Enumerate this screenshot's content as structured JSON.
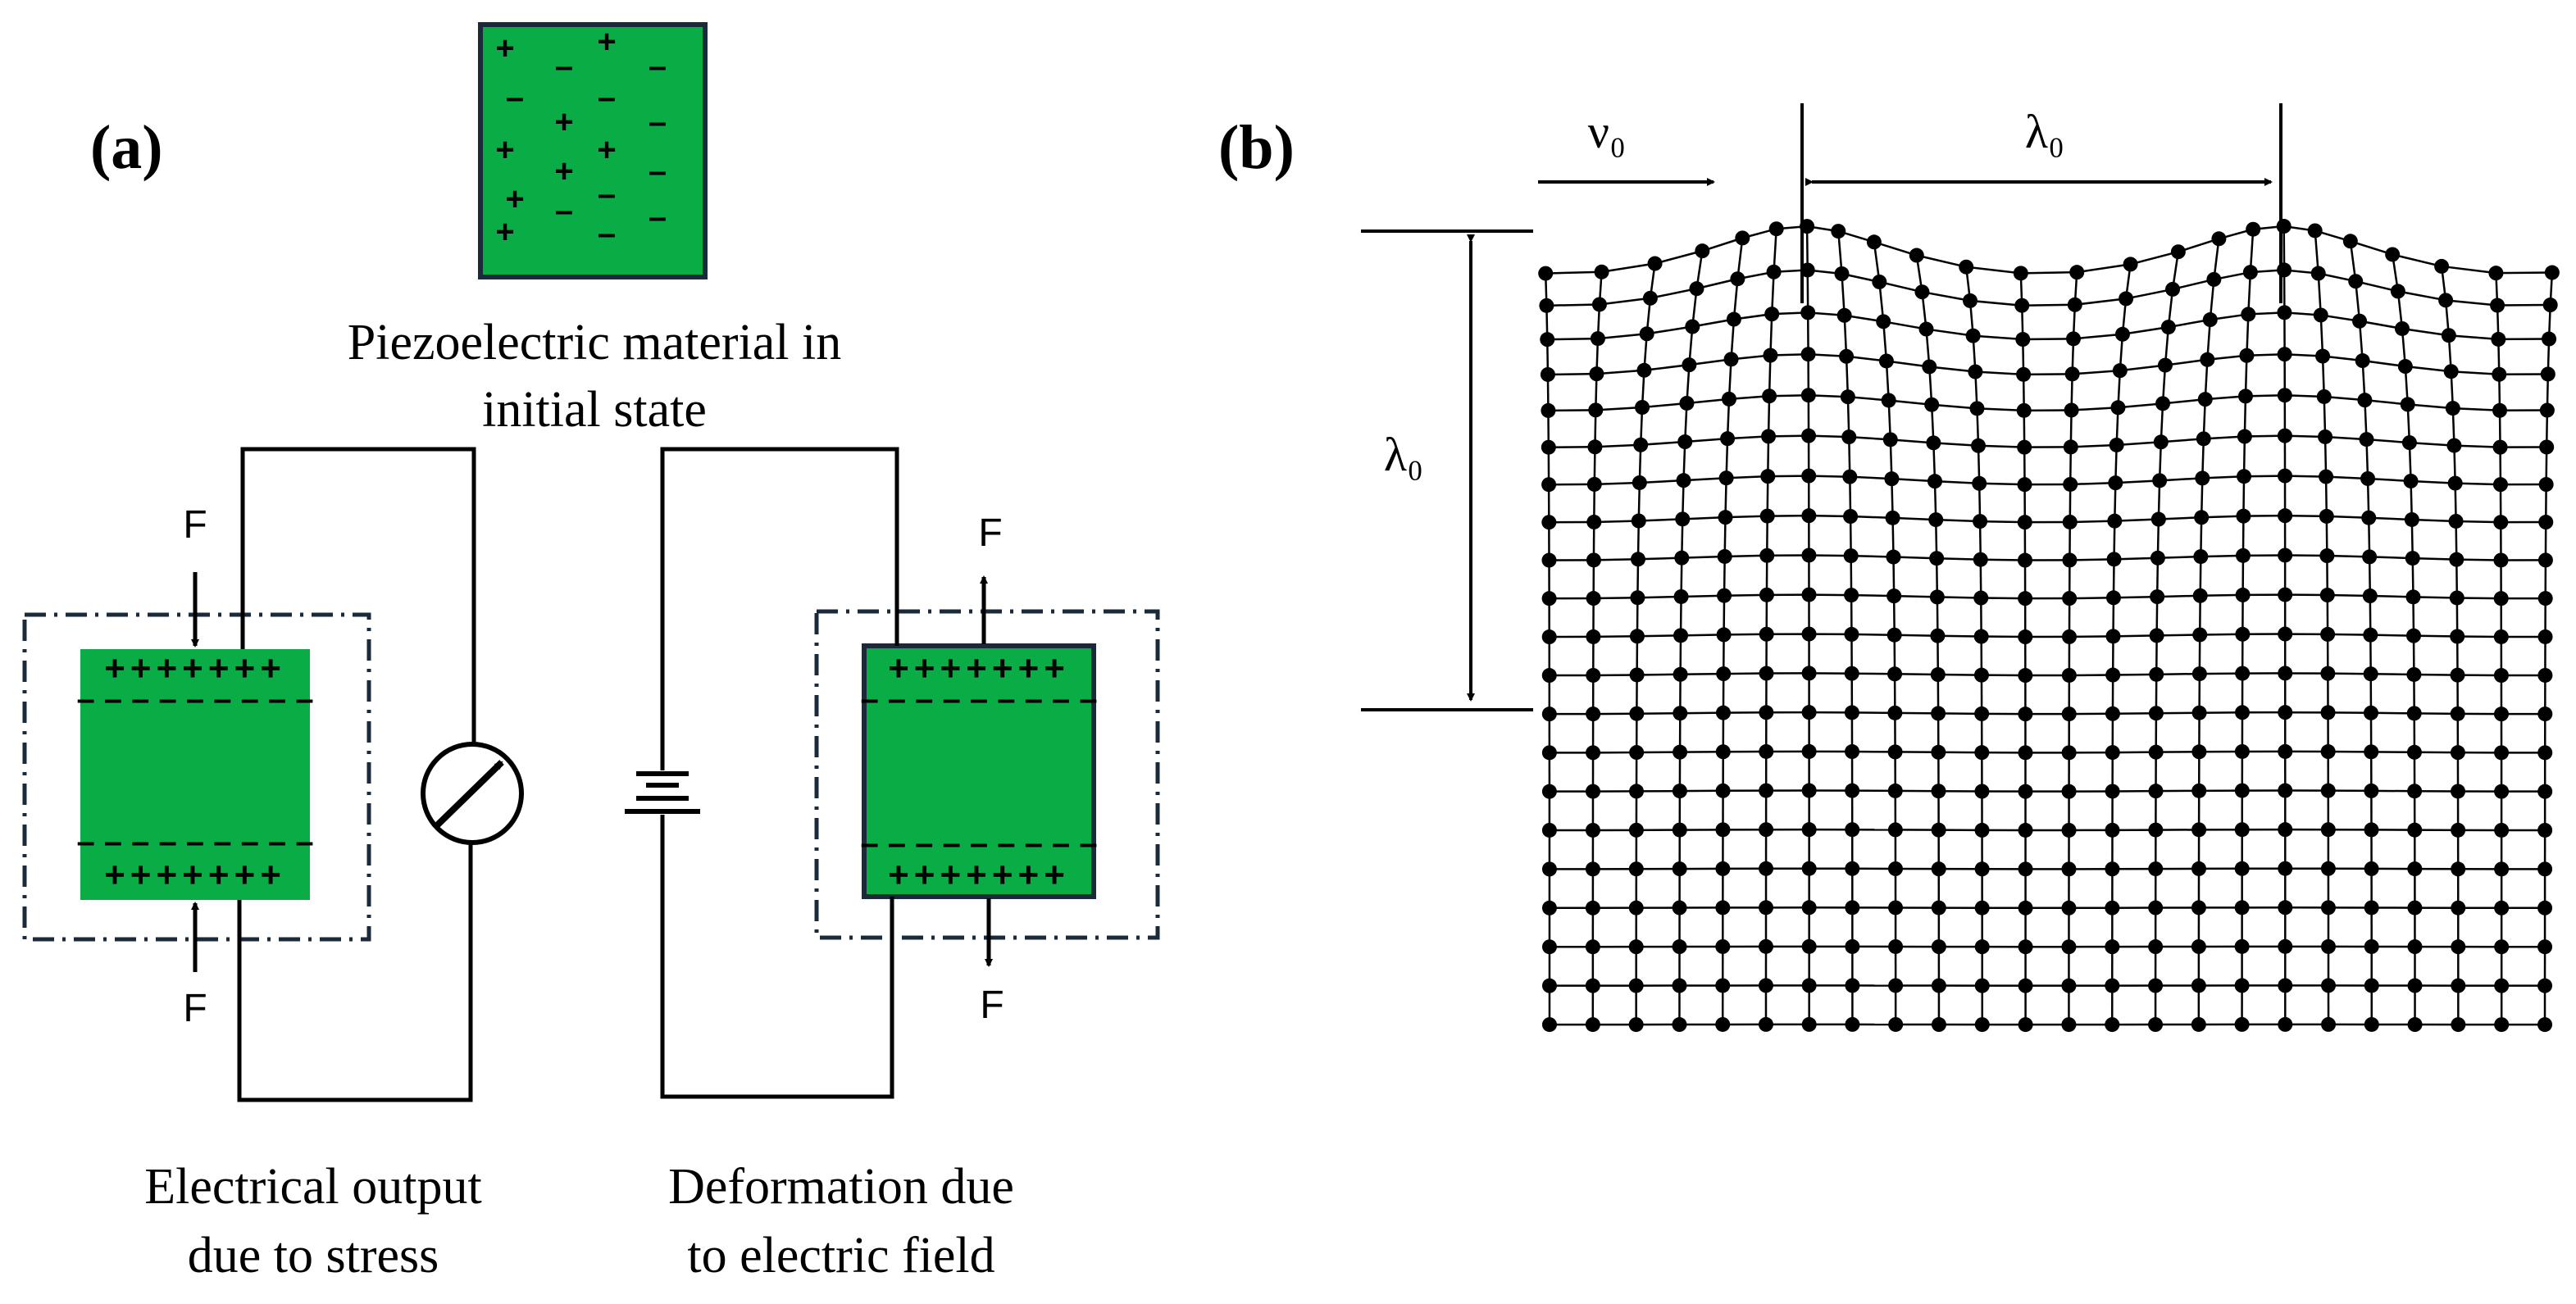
{
  "panel_a": {
    "label": "(a)",
    "initial_caption_line1": "Piezoelectric material in",
    "initial_caption_line2": "initial state",
    "force_label": "F",
    "left_caption_line1": "Electrical output",
    "left_caption_line2": "due to stress",
    "right_caption_line1": "Deformation due",
    "right_caption_line2": "to electric field",
    "initial_charges": [
      "+",
      "–",
      "+",
      "–",
      "–",
      "–",
      "+",
      "–",
      "+",
      "+",
      "+",
      "–",
      "+",
      "–",
      "–",
      "+",
      "–",
      "–",
      "+",
      "+",
      "+",
      "+"
    ],
    "plus_row": "+++++++",
    "minus_row": "– – – – – – – – –"
  },
  "panel_b": {
    "label": "(b)",
    "velocity_label": "ν₀",
    "wavelength_label": "λ₀",
    "vertical_wavelength_label": "λ₀"
  },
  "colors": {
    "piezo_green": "#0aad45",
    "ink": "#000000",
    "frame": "#1a2a3a"
  }
}
